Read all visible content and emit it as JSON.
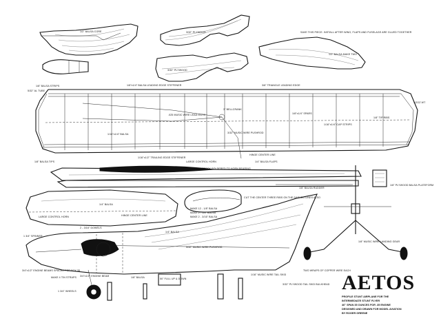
{
  "title": "AETOS",
  "subtitle": [
    "PROFILE STUNT AIRPLANE FOR THE",
    "INTERMEDIATE STUNT FLYER",
    "46\" SPAN  35 OUNCES  FOR .35 ENGINE",
    "DESIGNED AND DRAWN FOR MODEL AVIATION",
    "BY ROGER GREENE"
  ],
  "labels": {
    "balsa_core": "1/2\" BALSA CORE",
    "plywood_332a": "3/32\" PLYWOOD",
    "plywood_332b": "3/32\" PLYWOOD",
    "note_save": "SAVE THIS PIECE. INSTALL AFTER WING, FLAPS AND FUSELAGE ARE GLUED TOGETHER",
    "balsa_make_two": "1/2\" BALSA MAKE TWO",
    "balsa_strips": "1/8\" BALSA STRIPS",
    "al_tube": "5/32\" AL TUBE",
    "le_stiffener": "1/8\"x1/4\" BALSA LEADING EDGE STIFFENER",
    "triangle_le": "3/8\" TRIANGLE LEADING EDGE",
    "lead_wt": "1/2OZ WT",
    "music_wire_leadouts": ".025 MUSIC WIRE LEAD-OUTS",
    "bellcrank": "3\" BELLCRANK",
    "spars": "1/8\"x1/4\" SPARS",
    "tip_ribs": "1/8\" TIP RIBS",
    "cap_strips": "1/16\"x1/4\" CAP STRIPS",
    "balsa_116": "1/16\"x1/4\" BALSA",
    "pushrod": "3/32\" MUSIC WIRE PUSHROD",
    "balsa_tips": "1/8\" BALSA TIPS",
    "te_stiffener": "1/16\"x1/2\" TRAILING EDGE STIFFENER",
    "large_horn_top": "LARGE CONTROL HORN",
    "hinge_cl_top": "HINGE CENTER LINE",
    "balsa_flaps": "1/4\" BALSA FLAPS",
    "tin_stock": "TIN STOCK SOLDERED TO HORN BEARING",
    "balsa_rudder": "1/8\" BALSA RUDDER",
    "plywood_platform": "1/8\" PLYWOOD BALSA PLATEFORM",
    "balsa_14a": "1/4\" BALSA",
    "large_horn_bottom": "LARGE CONTROL HORN",
    "hinge_cl_bottom": "HINGE CENTER LINE",
    "make_balsa": "MAKE 12 - 1/8\" BALSA",
    "make_balsa_b": "MAKE 2 - 1/8\" BALSA",
    "make_balsa_c": "MAKE 2 - 3/16\" BALSA",
    "cut_center": "CUT THE CENTER THREE RIBS ON THE DASHED LINES ALSO",
    "dowels": "2 - 3/16\" DOWELS",
    "balsa_14b": "1/4\" BALSA",
    "spinner": "1 3/4\" SPINNER",
    "pushrod_b": "5/32\" MUSIC WIRE PUSHROD",
    "engine_beams": "3/4\"x1/2\" ENGINE BEAMS SPACED FOR FOX 35",
    "tin_straps": "MAKE 4 TIN STRAPS",
    "engine_beam2": "3/4\"x1/2\" ENGINE BEAM",
    "balsa_316": "1/8\" BALSA",
    "full_down": "50\" FULL UP & DOWN",
    "tail_skid": "1/16\" MUSIC WIRE TAIL SKID",
    "plywood_bulkhead": "3/32\" PLYWOOD TAIL SKID BULKHEAD",
    "copper_wire": "TWO WRAPS OF COPPER WIRE EACH",
    "wheels": "1 3/4\" WHEELS",
    "landing_gear": "1/8\" MUSIC WIRE LANDING GEAR"
  }
}
